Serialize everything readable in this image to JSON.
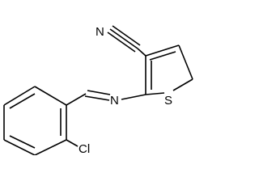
{
  "molecule": {
    "atoms": {
      "nitrile_n": "N",
      "imine_n": "N",
      "thiophene_s": "S",
      "chlorine": "Cl"
    }
  }
}
